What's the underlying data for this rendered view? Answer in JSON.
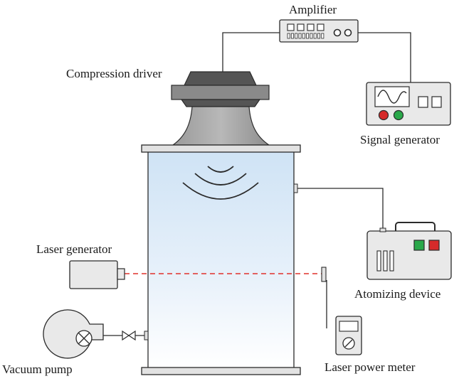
{
  "labels": {
    "amplifier": "Amplifier",
    "compression_driver": "Compression driver",
    "signal_generator": "Signal generator",
    "laser_generator": "Laser generator",
    "atomizing_device": "Atomizing device",
    "vacuum_pump": "Vacuum pump",
    "laser_power_meter": "Laser power meter"
  },
  "colors": {
    "outline": "#2b2b2b",
    "device_fill": "#e9e9e9",
    "driver_dark": "#555555",
    "driver_mid": "#8a8a8a",
    "tube_top": "#cfe3f5",
    "tube_bottom": "#ffffff",
    "laser_beam": "#e0302a",
    "button_red": "#d62a2a",
    "button_green": "#2aa84a"
  },
  "icons": {
    "vacuum_pump": "fan-icon",
    "valve": "valve-icon",
    "signal_generator_screen": "sine-wave-icon",
    "laser_power_meter_dial": "gauge-icon",
    "sound_waves": "sound-wave-icon"
  }
}
